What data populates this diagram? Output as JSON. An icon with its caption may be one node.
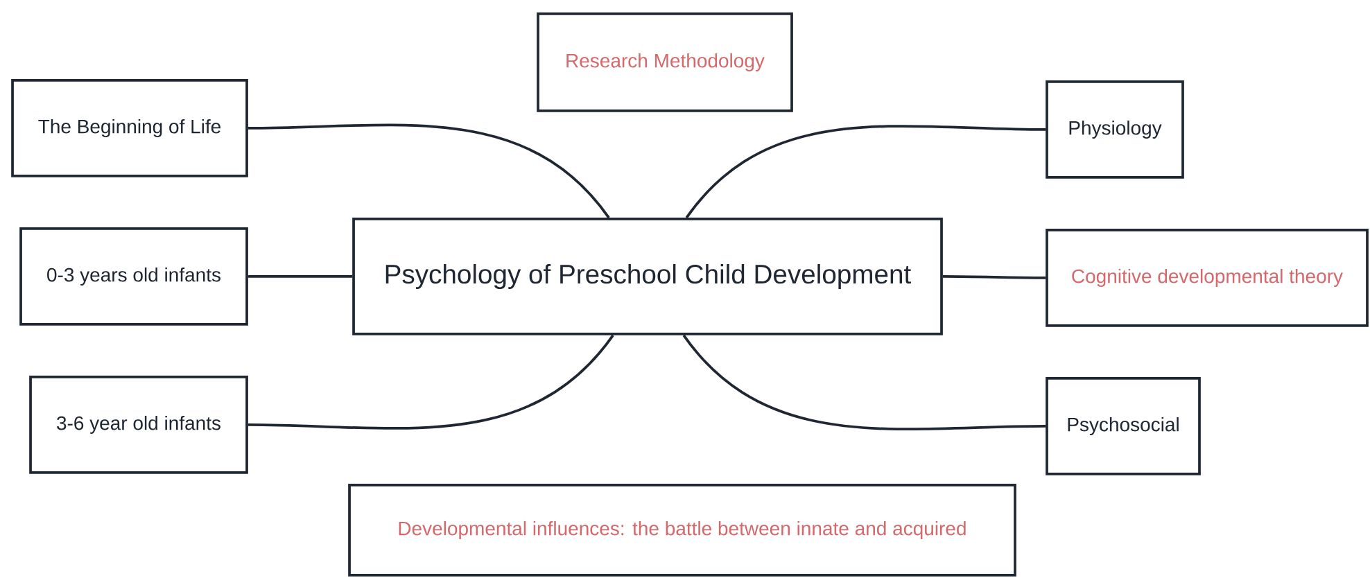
{
  "diagram": {
    "nodes": [
      {
        "text": [
          "Research Methodology"
        ]
      },
      {
        "text": [
          "The Beginning of Life"
        ]
      },
      {
        "text": [
          "0-3 years old infants"
        ]
      },
      {
        "text": [
          "3-6 year old infants"
        ]
      },
      {
        "text": [
          "Psychology of Preschool Child Development"
        ]
      },
      {
        "text": [
          "Physiology"
        ]
      },
      {
        "text": [
          "Cognitive developmental theory"
        ]
      },
      {
        "text": [
          "Psychosocial"
        ]
      },
      {
        "text": [
          "Developmental influences: the battle between innate and acquired"
        ]
      }
    ],
    "edges": [
      {
        "from": 4,
        "to": 1,
        "arrow": "none"
      },
      {
        "from": 4,
        "to": 2,
        "arrow": "none"
      },
      {
        "from": 4,
        "to": 3,
        "arrow": "none"
      },
      {
        "from": 4,
        "to": 5,
        "arrow": "none"
      },
      {
        "from": 4,
        "to": 6,
        "arrow": "none"
      },
      {
        "from": 4,
        "to": 7,
        "arrow": "none"
      }
    ]
  }
}
